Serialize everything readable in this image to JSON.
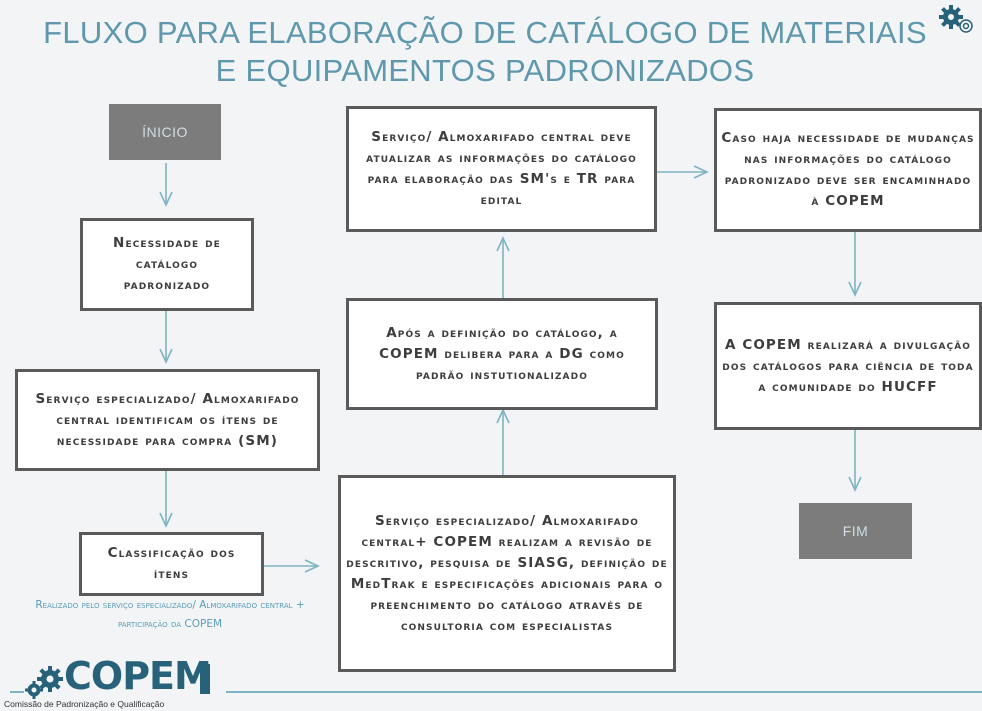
{
  "title": "FLUXO PARA ELABORAÇÃO DE CATÁLOGO DE MATERIAIS E EQUIPAMENTOS PADRONIZADOS",
  "start_label": "ÍNICIO",
  "end_label": "FIM",
  "steps": {
    "necessidade": "Necessidade de catálogo padronizado",
    "identificam": "Serviço especializado/ Almoxarifado central identificam os ítens de necessidade para compra (SM)",
    "classificacao": "Classificação dos ítens",
    "revisao": "Serviço especializado/ Almoxarifado central+ COPEM realizam a revisão de descritivo, pesquisa de SIASG, definição de MedTrak e especificações adicionais para o preenchimento do catálogo através de consultoria com especialistas",
    "definicao": "Após a definição do catálogo, a COPEM delibera para a DG como padrão instutionalizado",
    "atualizar": "Serviço/ Almoxarifado central deve atualizar as informações do catálogo para elaboração das SM's e TR para edital",
    "mudancas": "Caso haja necessidade de mudanças nas informações do catálogo padronizado deve ser encaminhado à COPEM",
    "divulgacao": "A COPEM realizará a divulgação dos catálogos para ciência de toda a comunidade do HUCFF"
  },
  "note": "Realizado pelo serviço especializado/ Almoxarifado central + participação da COPEM",
  "logo": {
    "wordmark": "COPEM",
    "caption": "Comissão de Padronização e Qualificação"
  },
  "colors": {
    "title": "#5f98ad",
    "arrow": "#7fb3c4",
    "box_border": "#5a5a5a",
    "terminal_fill": "#7c7c7c",
    "logo": "#27627a"
  }
}
